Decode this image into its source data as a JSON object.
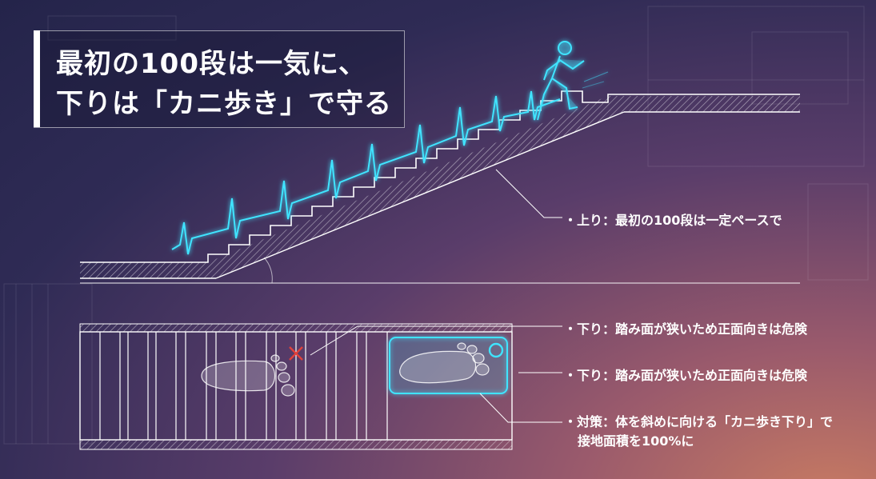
{
  "title": {
    "line1": "最初の100段は一気に、",
    "line2": "下りは「カニ歩き」で守る"
  },
  "annotations": {
    "up": "・上り：最初の100段は一定ペースで",
    "down1": "・下り：踏み面が狭いため正面向きは危険",
    "down2": "・下り：踏み面が狭いため正面向きは危険",
    "countermeasure_line1": "・対策：体を斜めに向ける「カニ歩き下り」で",
    "countermeasure_line2": "接地面積を100%に"
  },
  "colors": {
    "accent_cyan": "#3fe4ff",
    "bad_mark": "#e0403a",
    "line": "#ffffff"
  },
  "icons": {
    "runner": "runner-silhouette-icon",
    "heartbeat": "ecg-line-icon",
    "bad": "cross-mark-icon",
    "good": "circle-mark-icon"
  }
}
